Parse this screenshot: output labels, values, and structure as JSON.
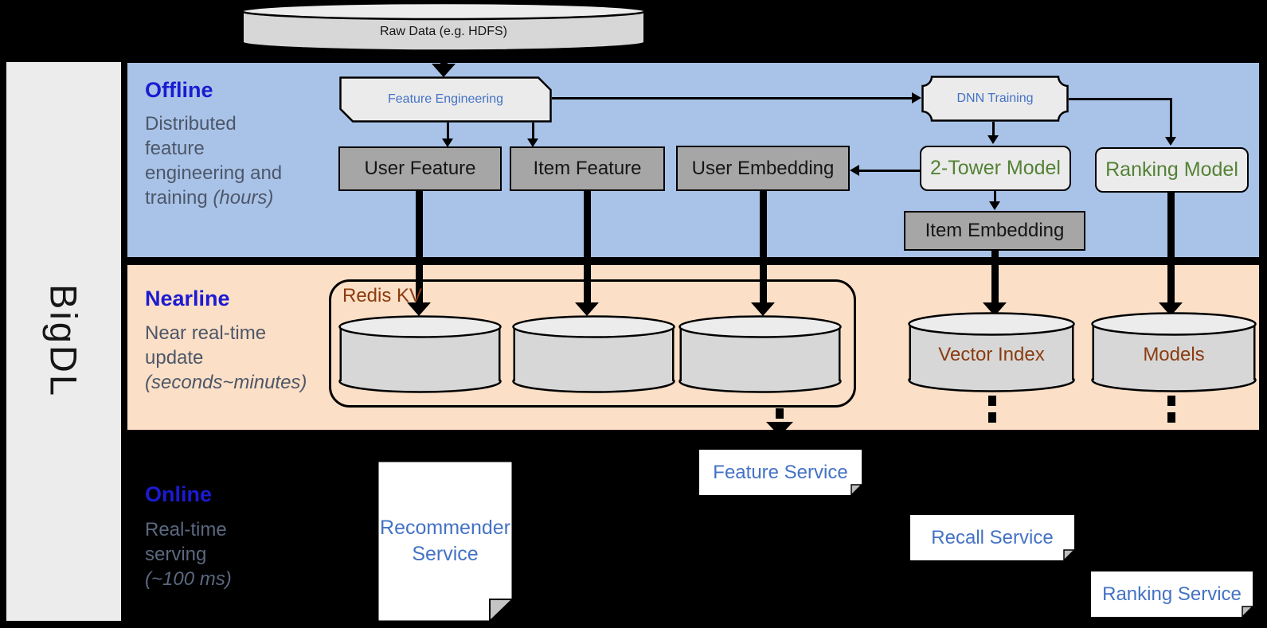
{
  "brand": {
    "name": "BigDL"
  },
  "source": {
    "label": "Raw Data (e.g. HDFS)"
  },
  "bands": {
    "offline": {
      "title": "Offline",
      "desc": "Distributed feature engineering and training",
      "desc_italic": "(hours)"
    },
    "nearline": {
      "title": "Nearline",
      "desc": "Near real-time update",
      "desc_italic": "(seconds~minutes)"
    },
    "online": {
      "title": "Online",
      "desc": "Real-time serving",
      "desc_italic": "(~100 ms)"
    }
  },
  "nodes": {
    "feature_engineering": "Feature Engineering",
    "dnn_training": "DNN Training",
    "user_feature": "User Feature",
    "item_feature": "Item Feature",
    "user_embedding": "User Embedding",
    "two_tower_model": "2-Tower Model",
    "ranking_model": "Ranking Model",
    "item_embedding": "Item Embedding",
    "redis_kv": "Redis KV",
    "vector_index": "Vector Index",
    "models": "Models",
    "recommender_service": "Recommender Service",
    "feature_service": "Feature Service",
    "recall_service": "Recall Service",
    "ranking_service": "Ranking Service"
  },
  "colors": {
    "background": "#000000",
    "sidebar_bg": "#ececec",
    "offline_band_bg": "#a9c3e8",
    "nearline_band_bg": "#fbdfc6",
    "gray_node_fill": "#a6a6a6",
    "light_node_fill": "#ebebeb",
    "cylinder_fill": "#d7d7d7",
    "accent_blue": "#4472c4",
    "band_title_blue": "#1b1bd1",
    "model_green": "#548235",
    "storage_brown": "#8a3c10",
    "muted_text": "#4d5769"
  }
}
